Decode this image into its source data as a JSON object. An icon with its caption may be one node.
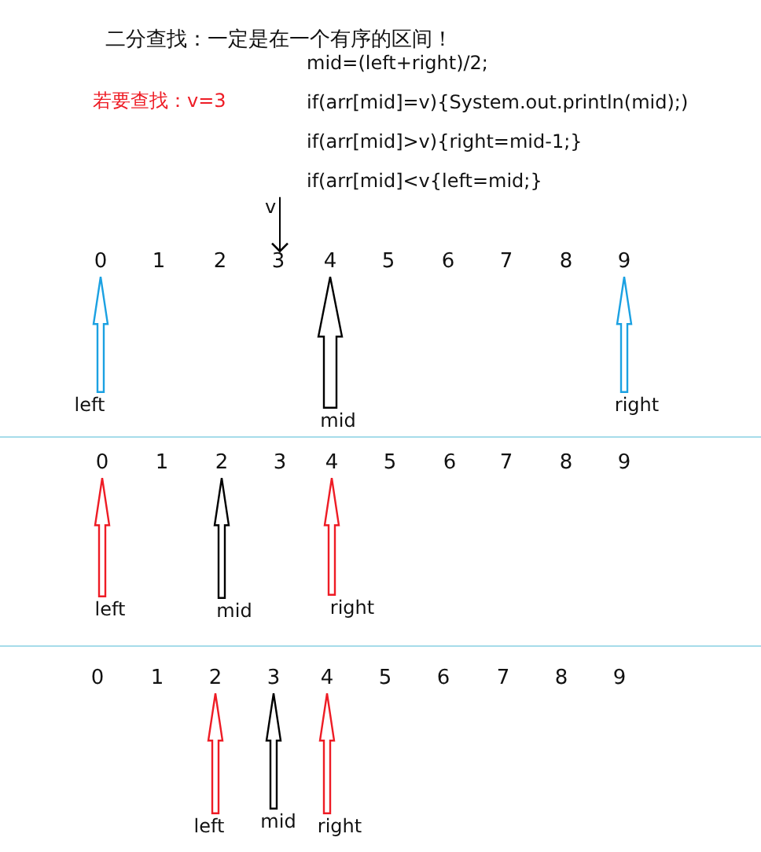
{
  "diagram": {
    "title": "二分查找：一定是在一个有序的区间！",
    "nodes": [
      {
        "text": [
          "v"
        ]
      },
      {
        "text": [
          "0"
        ]
      },
      {
        "text": [
          "1"
        ]
      },
      {
        "text": [
          "2"
        ]
      },
      {
        "text": [
          "3"
        ]
      },
      {
        "text": [
          "4"
        ]
      },
      {
        "text": [
          "5"
        ]
      },
      {
        "text": [
          "6"
        ]
      },
      {
        "text": [
          "7"
        ]
      },
      {
        "text": [
          "8"
        ]
      },
      {
        "text": [
          "9"
        ]
      },
      {
        "text": [
          "left"
        ]
      },
      {
        "text": [
          "mid"
        ]
      },
      {
        "text": [
          "right"
        ]
      },
      {
        "text": [
          "0"
        ]
      },
      {
        "text": [
          "1"
        ]
      },
      {
        "text": [
          "2"
        ]
      },
      {
        "text": [
          "3"
        ]
      },
      {
        "text": [
          "4"
        ]
      },
      {
        "text": [
          "5"
        ]
      },
      {
        "text": [
          "6"
        ]
      },
      {
        "text": [
          "7"
        ]
      },
      {
        "text": [
          "8"
        ]
      },
      {
        "text": [
          "9"
        ]
      },
      {
        "text": [
          "left"
        ]
      },
      {
        "text": [
          "mid"
        ]
      },
      {
        "text": [
          "right"
        ]
      },
      {
        "text": [
          "0"
        ]
      },
      {
        "text": [
          "1"
        ]
      },
      {
        "text": [
          "2"
        ]
      },
      {
        "text": [
          "3"
        ]
      },
      {
        "text": [
          "4"
        ]
      },
      {
        "text": [
          "5"
        ]
      },
      {
        "text": [
          "6"
        ]
      },
      {
        "text": [
          "7"
        ]
      },
      {
        "text": [
          "8"
        ]
      },
      {
        "text": [
          "9"
        ]
      },
      {
        "text": [
          "left"
        ]
      },
      {
        "text": [
          "mid"
        ]
      },
      {
        "text": [
          "right"
        ]
      }
    ],
    "edges": [
      {
        "from": 0,
        "to": 4,
        "arrow": "to"
      },
      {
        "from": 11,
        "to": 1,
        "arrow": "to",
        "style": "thick",
        "color": "#1ba1e2"
      },
      {
        "from": 12,
        "to": 5,
        "arrow": "to",
        "style": "thick"
      },
      {
        "from": 13,
        "to": 10,
        "arrow": "to",
        "style": "thick",
        "color": "#1ba1e2"
      },
      {
        "from": 24,
        "to": 14,
        "arrow": "to",
        "style": "thick",
        "color": "#ee1c25"
      },
      {
        "from": 25,
        "to": 16,
        "arrow": "to",
        "style": "thick"
      },
      {
        "from": 26,
        "to": 18,
        "arrow": "to",
        "style": "thick",
        "color": "#ee1c25"
      },
      {
        "from": 37,
        "to": 29,
        "arrow": "to",
        "style": "thick",
        "color": "#ee1c25"
      },
      {
        "from": 38,
        "to": 30,
        "arrow": "to",
        "style": "thick"
      },
      {
        "from": 39,
        "to": 31,
        "arrow": "to",
        "style": "thick",
        "color": "#ee1c25"
      }
    ],
    "labels": [
      "若要查找：v=3",
      "mid=(left+right)/2;",
      "if(arr[mid]=v){System.out.println(mid);)",
      "if(arr[mid]>v){right=mid-1;}",
      "if(arr[mid]<v{left=mid;}"
    ]
  }
}
